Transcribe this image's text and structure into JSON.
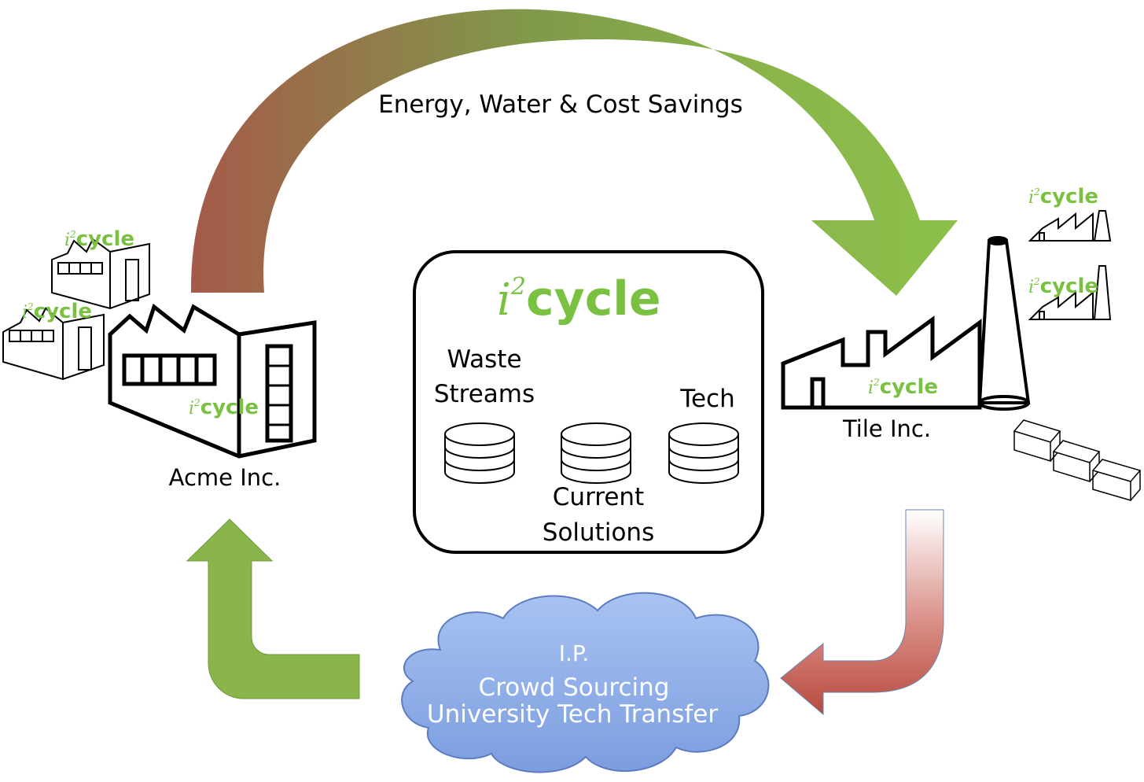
{
  "top_arrow": {
    "label": "Energy, Water & Cost Savings"
  },
  "center_box": {
    "logo": {
      "prefix": "i",
      "superscript": "2",
      "word": "cycle"
    },
    "waste_line1": "Waste",
    "waste_line2": "Streams",
    "tech": "Tech",
    "current_line1": "Current",
    "current_line2": "Solutions"
  },
  "left_company": {
    "name": "Acme Inc."
  },
  "right_company": {
    "name": "Tile Inc."
  },
  "cloud": {
    "line1": "I.P.",
    "line2": "Crowd Sourcing",
    "line3": "University Tech Transfer"
  },
  "logo_small": {
    "prefix": "i",
    "superscript": "2",
    "word": "cycle"
  },
  "colors": {
    "green": "#7ac142",
    "arrow_green": "#8ab54a",
    "arrow_red": "#b84a3e",
    "cloud_blue": "#8fb0e8"
  }
}
